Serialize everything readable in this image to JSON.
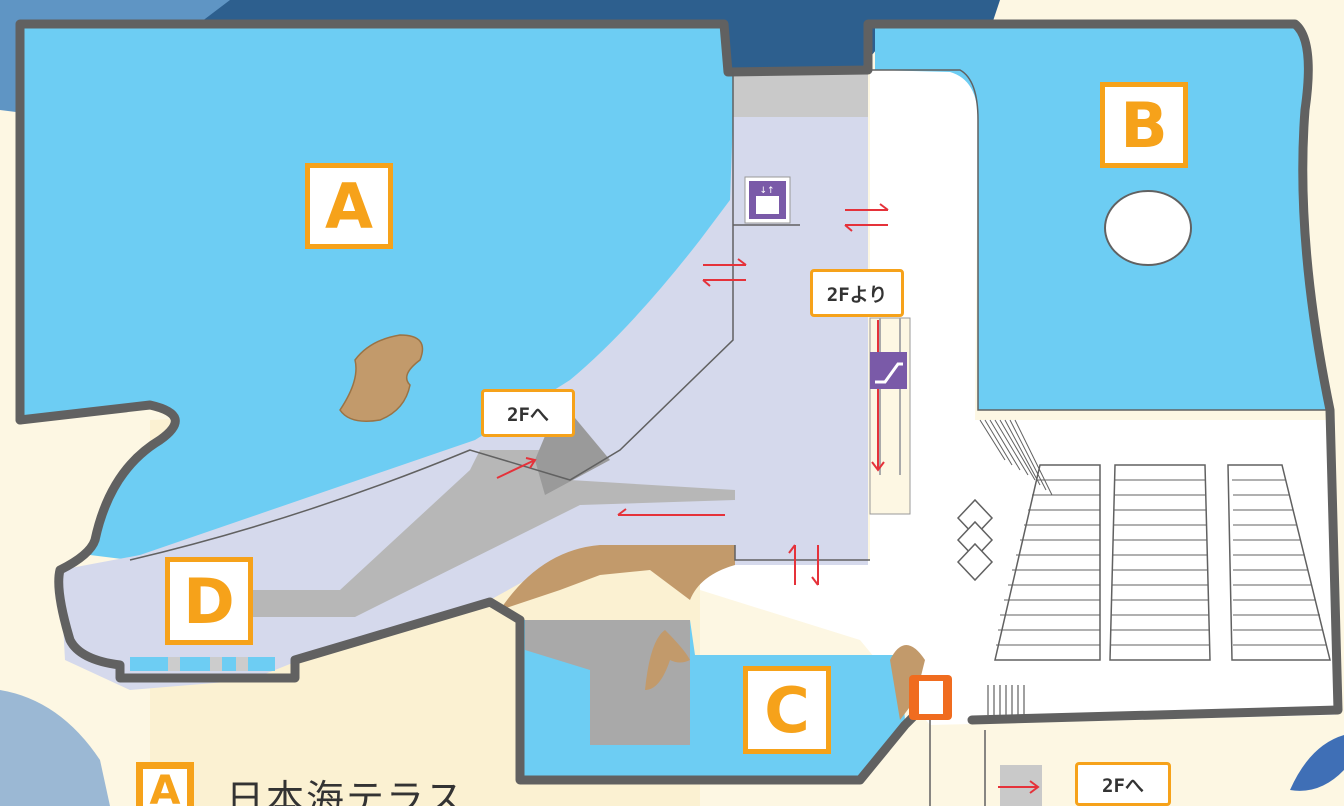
{
  "zones": {
    "a": "A",
    "b": "B",
    "c": "C",
    "d": "D"
  },
  "callouts": {
    "to_2f_left": "2Fへ",
    "from_2f": "2Fより",
    "to_2f_bottom": "2Fへ"
  },
  "legend": {
    "badge": "A",
    "text": "日本海テラス"
  },
  "icons": {
    "elevator": "elevator-icon",
    "escalator": "escalator-icon",
    "vending": "vending-machine-icon"
  },
  "colors": {
    "water": "#6dcdf3",
    "floor": "#d5d9ec",
    "rock": "#c29a6b",
    "wall": "#616161",
    "accent": "#f6a21a",
    "icon_purple": "#7a5aa8",
    "icon_orange": "#f06c1f",
    "arrow": "#e5323a"
  }
}
